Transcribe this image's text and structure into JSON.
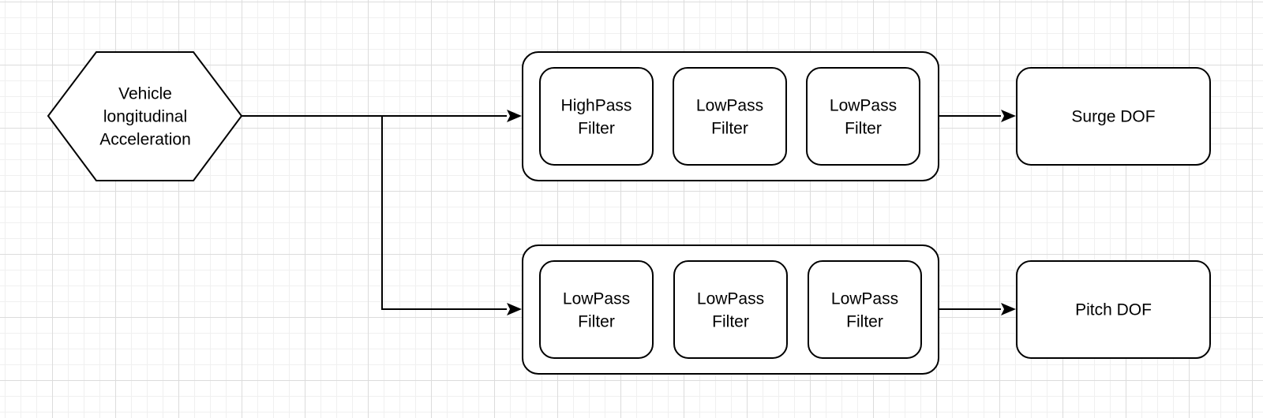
{
  "source": {
    "lines": [
      "Vehicle",
      "longitudinal",
      "Acceleration"
    ]
  },
  "surge_chain": {
    "filters": [
      {
        "lines": [
          "HighPass",
          "Filter"
        ]
      },
      {
        "lines": [
          "LowPass",
          "Filter"
        ]
      },
      {
        "lines": [
          "LowPass",
          "Filter"
        ]
      }
    ],
    "output": {
      "label": "Surge DOF"
    }
  },
  "pitch_chain": {
    "filters": [
      {
        "lines": [
          "LowPass",
          "Filter"
        ]
      },
      {
        "lines": [
          "LowPass",
          "Filter"
        ]
      },
      {
        "lines": [
          "LowPass",
          "Filter"
        ]
      }
    ],
    "output": {
      "label": "Pitch DOF"
    }
  }
}
